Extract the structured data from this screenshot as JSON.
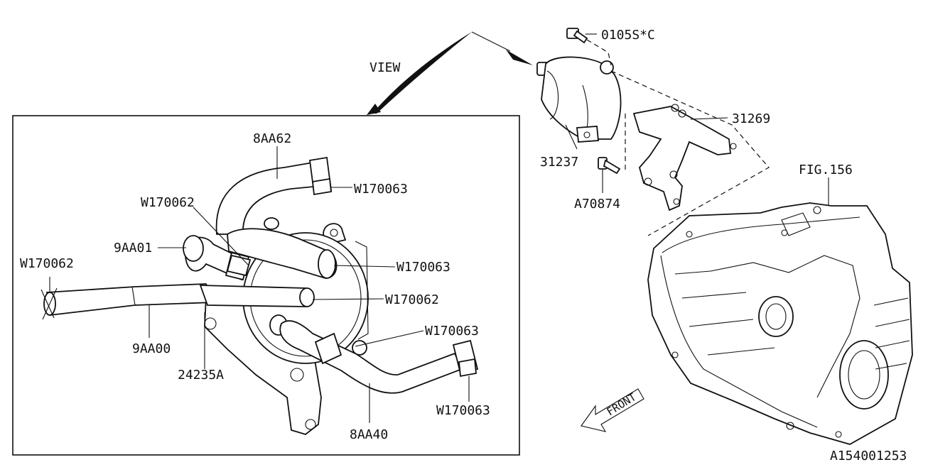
{
  "view_label": "VIEW",
  "parts": {
    "p_8aa62": "8AA62",
    "p_w170063_top": "W170063",
    "p_w170062_upper": "W170062",
    "p_9aa01": "9AA01",
    "p_w170062_left": "W170062",
    "p_w170063_mid": "W170063",
    "p_w170062_mid": "W170062",
    "p_9aa00": "9AA00",
    "p_w170063_low": "W170063",
    "p_24235a": "24235A",
    "p_w170063_bottom": "W170063",
    "p_8aa40": "8AA40",
    "p_0105s": "0105S*C",
    "p_31269": "31269",
    "p_31237": "31237",
    "p_a70874": "A70874",
    "p_fig156": "FIG.156"
  },
  "front_label": "FRONT",
  "diagram_id": "A154001253"
}
